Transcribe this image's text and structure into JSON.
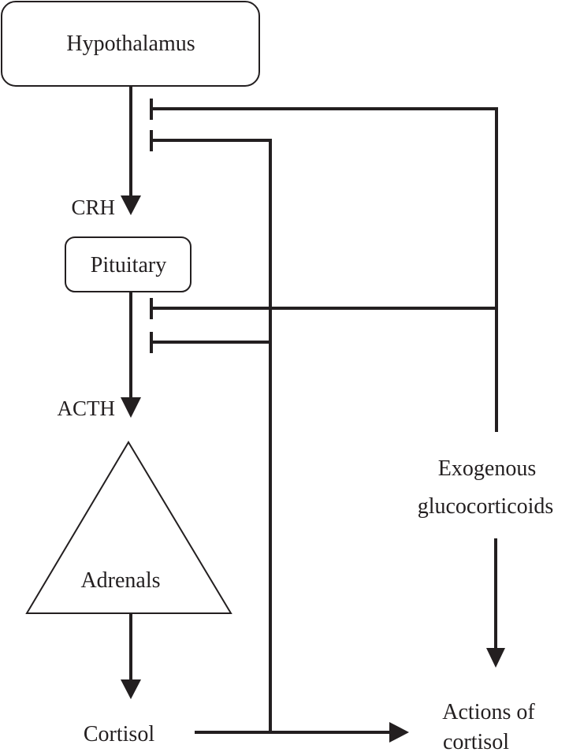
{
  "diagram": {
    "title": "HPA axis negative feedback by cortisol and exogenous glucocorticoids",
    "nodes": {
      "hypothalamus": "Hypothalamus",
      "crh": "CRH",
      "pituitary": "Pituitary",
      "acth": "ACTH",
      "adrenals": "Adrenals",
      "cortisol": "Cortisol",
      "exogenous_line1": "Exogenous",
      "exogenous_line2": "glucocorticoids",
      "actions_line1": "Actions of",
      "actions_line2": "cortisol"
    },
    "edges": [
      {
        "from": "Hypothalamus",
        "to": "Pituitary",
        "label": "CRH",
        "type": "stimulates"
      },
      {
        "from": "Pituitary",
        "to": "Adrenals",
        "label": "ACTH",
        "type": "stimulates"
      },
      {
        "from": "Adrenals",
        "to": "Cortisol",
        "type": "stimulates"
      },
      {
        "from": "Cortisol",
        "to": "Actions of cortisol",
        "type": "stimulates"
      },
      {
        "from": "Exogenous glucocorticoids",
        "to": "Actions of cortisol",
        "type": "stimulates"
      },
      {
        "from": "Cortisol",
        "to": "Hypothalamus",
        "type": "inhibits"
      },
      {
        "from": "Cortisol",
        "to": "Pituitary",
        "type": "inhibits"
      },
      {
        "from": "Exogenous glucocorticoids",
        "to": "Hypothalamus",
        "type": "inhibits"
      },
      {
        "from": "Exogenous glucocorticoids",
        "to": "Pituitary",
        "type": "inhibits"
      }
    ]
  }
}
